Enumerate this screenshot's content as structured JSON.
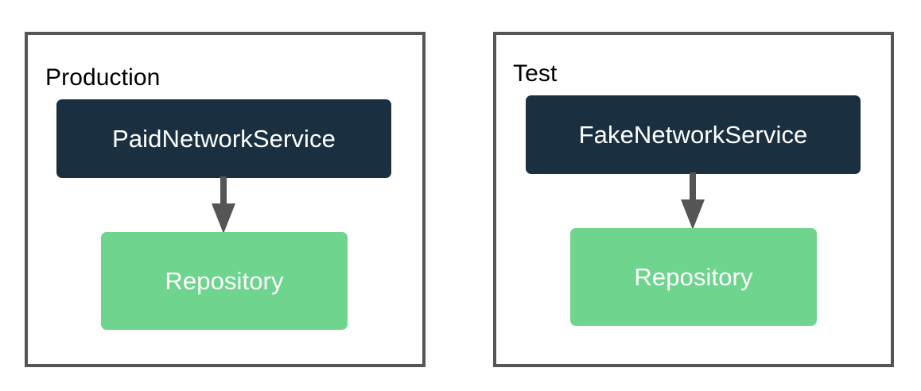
{
  "diagram": {
    "type": "dependency-injection-comparison",
    "background": "#ffffff",
    "panels": [
      {
        "id": "production",
        "title": "Production",
        "border_color": "#555555",
        "nodes": [
          {
            "id": "paid-network-service",
            "label": "PaidNetworkService",
            "role": "service",
            "fill": "#1A3040",
            "text_color": "#ffffff"
          },
          {
            "id": "repository-production",
            "label": "Repository",
            "role": "repository",
            "fill": "#6FD48E",
            "text_color": "#ffffff"
          }
        ],
        "edges": [
          {
            "id": "production-edge",
            "from": "paid-network-service",
            "to": "repository-production",
            "direction": "down",
            "color": "#555555"
          }
        ]
      },
      {
        "id": "test",
        "title": "Test",
        "border_color": "#555555",
        "nodes": [
          {
            "id": "fake-network-service",
            "label": "FakeNetworkService",
            "role": "service",
            "fill": "#1A3040",
            "text_color": "#ffffff"
          },
          {
            "id": "repository-test",
            "label": "Repository",
            "role": "repository",
            "fill": "#6FD48E",
            "text_color": "#ffffff"
          }
        ],
        "edges": [
          {
            "id": "test-edge",
            "from": "fake-network-service",
            "to": "repository-test",
            "direction": "down",
            "color": "#555555"
          }
        ]
      }
    ]
  }
}
